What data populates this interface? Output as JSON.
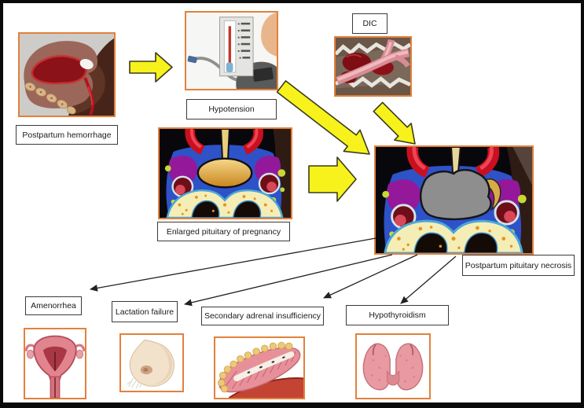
{
  "diagram": {
    "subject": "Pathogenesis of postpartum pituitary necrosis (Sheehan syndrome) flow diagram",
    "labels": {
      "postpartum_hemorrhage": "Postpartum hemorrhage",
      "hypotension": "Hypotension",
      "dic": "DIC",
      "enlarged_pituitary": "Enlarged pituitary of pregnancy",
      "pituitary_necrosis": "Postpartum pituitary necrosis",
      "amenorrhea": "Amenorrhea",
      "lactation_failure": "Lactation failure",
      "adrenal_insufficiency": "Secondary adrenal insufficiency",
      "hypothyroidism": "Hypothyroidism"
    },
    "illustrations": [
      {
        "name": "uterus-hemorrhage-illustration",
        "depicts": "sagittal uterus with postpartum bleeding"
      },
      {
        "name": "blood-pressure-monitor-illustration",
        "depicts": "sphygmomanometer with cuff showing low pressure"
      },
      {
        "name": "blood-vessel-clot-illustration",
        "depicts": "artery with disseminated intravascular clots"
      },
      {
        "name": "pituitary-enlarged-illustration",
        "depicts": "enlarged golden pituitary gland in sella"
      },
      {
        "name": "pituitary-necrosis-illustration",
        "depicts": "gray necrotic pituitary gland in sella"
      },
      {
        "name": "uterus-illustration",
        "depicts": "frontal uterus section"
      },
      {
        "name": "breast-illustration",
        "depicts": "breast"
      },
      {
        "name": "adrenal-gland-illustration",
        "depicts": "adrenal gland cross-section"
      },
      {
        "name": "thyroid-gland-illustration",
        "depicts": "thyroid gland"
      }
    ],
    "edges": [
      {
        "from": "postpartum_hemorrhage",
        "to": "hypotension",
        "style": "yellow-block-arrow"
      },
      {
        "from": "hypotension",
        "to": "pituitary_necrosis",
        "style": "yellow-block-arrow"
      },
      {
        "from": "dic",
        "to": "pituitary_necrosis",
        "style": "yellow-block-arrow"
      },
      {
        "from": "enlarged_pituitary",
        "to": "pituitary_necrosis",
        "style": "yellow-block-arrow"
      },
      {
        "from": "pituitary_necrosis",
        "to": "amenorrhea",
        "style": "thin-black-arrow"
      },
      {
        "from": "pituitary_necrosis",
        "to": "lactation_failure",
        "style": "thin-black-arrow"
      },
      {
        "from": "pituitary_necrosis",
        "to": "adrenal_insufficiency",
        "style": "thin-black-arrow"
      },
      {
        "from": "pituitary_necrosis",
        "to": "hypothyroidism",
        "style": "thin-black-arrow"
      }
    ],
    "colors": {
      "background": "#ffffff",
      "outer_frame": "#0a0a0a",
      "image_border": "#e2813b",
      "label_border": "#3a3a3a",
      "label_background": "#ffffff",
      "block_arrow_fill": "#f7f21c",
      "block_arrow_outline": "#3a3a20",
      "thin_arrow": "#222222"
    }
  }
}
